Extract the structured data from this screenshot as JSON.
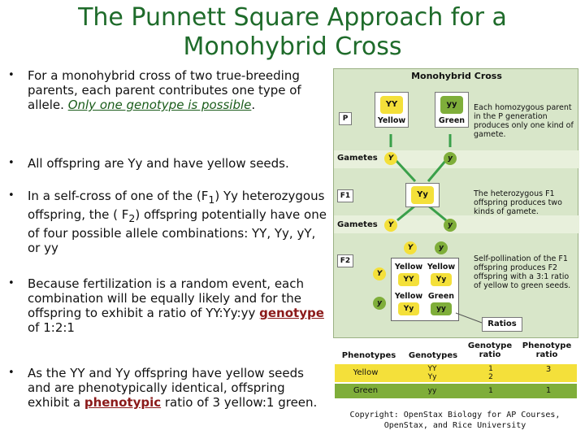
{
  "title_line1": "The Punnett Square Approach for a",
  "title_line2": "Monohybrid Cross",
  "bullets": [
    {
      "pre": "For a monohybrid cross of two true-breeding parents, each parent contributes one type of allele. ",
      "link": "Only one genotype is possible",
      "post": "."
    },
    {
      "text": "All offspring are Yy and have yellow seeds."
    },
    {
      "l1": "In a self-cross of one of the (F",
      "s1": "1",
      "l2": ") Yy heterozygous offspring, the ( F",
      "s2": "2",
      "l3": ") offspring potentially have one of four possible allele combinations: YY, Yy, yY, or yy"
    },
    {
      "pre": "Because fertilization is a random event, each combination will be equally likely and for the offspring to exhibit a ratio of YY:Yy:yy ",
      "link": "genotype",
      "post": " of 1:2:1"
    },
    {
      "pre": "As the YY and Yy offspring have yellow seeds and are phenotypically identical, offspring exhibit a ",
      "link": "phenotypic",
      "post": " ratio of 3 yellow:1 green."
    }
  ],
  "figure": {
    "title": "Monohybrid Cross",
    "p_label": "P",
    "gametes_label": "Gametes",
    "f1_label": "F1",
    "f2_label": "F2",
    "yy_dom": "YY",
    "yy_rec": "yy",
    "yellow": "Yellow",
    "green": "Green",
    "gamete_Y": "Y",
    "gamete_y": "y",
    "f1_geno": "Yy",
    "note1": "Each homozygous parent in the P generation produces only one kind of gamete.",
    "note2": "The heterozygous F1 offspring produces two kinds of gamete.",
    "note3": "Self-pollination of the F1 offspring produces F2 offspring with a 3:1 ratio of yellow to green seeds.",
    "ratios": "Ratios",
    "cells": [
      {
        "name": "Yellow",
        "geno": "YY"
      },
      {
        "name": "Yellow",
        "geno": "Yy"
      },
      {
        "name": "Yellow",
        "geno": "Yy"
      },
      {
        "name": "Green",
        "geno": "yy"
      }
    ],
    "table": {
      "headers": [
        "Phenotypes",
        "Genotypes",
        "Genotype ratio",
        "Phenotype ratio"
      ],
      "rows": [
        {
          "pheno": "Yellow",
          "geno1": "YY",
          "geno2": "Yy",
          "gr1": "1",
          "gr2": "2",
          "pr": "3"
        },
        {
          "pheno": "Green",
          "geno1": "yy",
          "geno2": "",
          "gr1": "1",
          "gr2": "",
          "pr": "1"
        }
      ]
    }
  },
  "copyright_l1": "Copyright: OpenStax Biology for AP Courses,",
  "copyright_l2": "OpenStax, and Rice University",
  "colors": {
    "title": "#1e6b2a",
    "yellow_pea": "#f4e03a",
    "green_pea": "#7fae3a",
    "panel": "#d8e6c9"
  }
}
